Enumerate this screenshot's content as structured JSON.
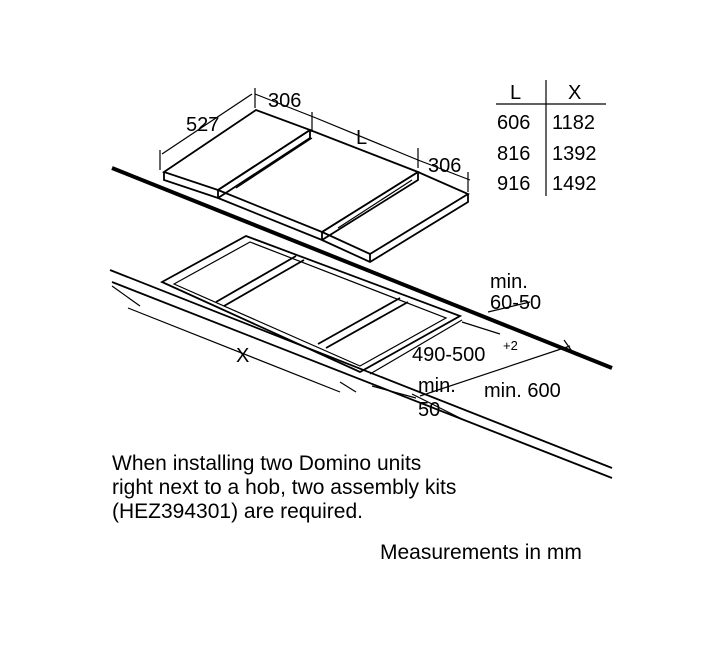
{
  "dimensions": {
    "depth": "527",
    "width_left": "306",
    "length": "L",
    "width_right": "306",
    "cutout_length": "X",
    "countertop_edge_min_label": "min.",
    "countertop_edge_min_value": "60-50",
    "cutout_depth_main": "490-500",
    "cutout_depth_sup": "+2",
    "gap_min_label": "min.",
    "gap_min_value": "50",
    "clearance_min": "min. 600"
  },
  "table": {
    "headers": [
      "L",
      "X"
    ],
    "rows": [
      [
        "606",
        "1182"
      ],
      [
        "816",
        "1392"
      ],
      [
        "916",
        "1492"
      ]
    ]
  },
  "note": {
    "lines": [
      "When installing two Domino units",
      "right next to a hob, two assembly kits",
      "(HEZ394301) are required."
    ]
  },
  "units_label": "Measurements in mm"
}
